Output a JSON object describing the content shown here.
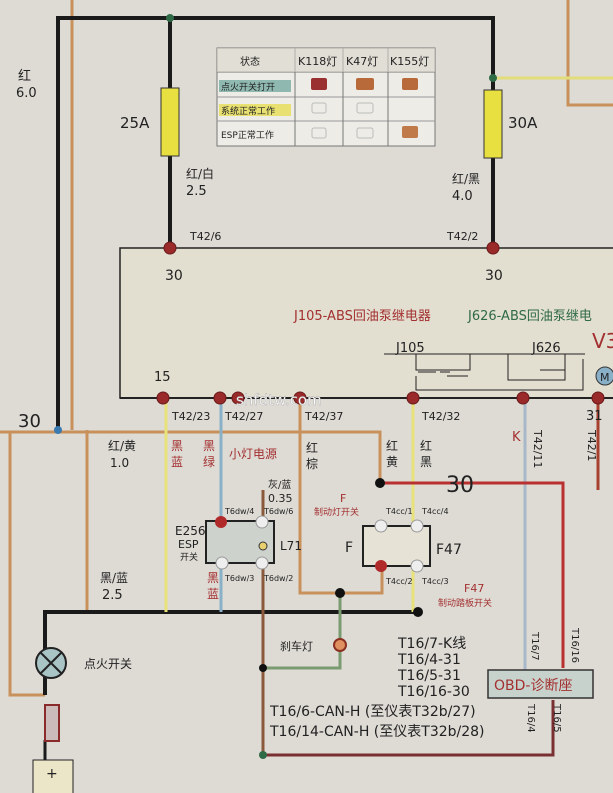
{
  "status_table": {
    "headers": [
      "状态",
      "K118灯",
      "K47灯",
      "K155灯"
    ],
    "rows": [
      {
        "label": "点火开关打开",
        "highlight": "#8fb8b0"
      },
      {
        "label": "系统正常工作",
        "highlight": "#e8e070"
      },
      {
        "label": "ESP正常工作",
        "highlight": ""
      }
    ]
  },
  "wires": {
    "left_main": {
      "color": "红",
      "size": "6.0"
    },
    "fuse1": {
      "rating": "25A",
      "wire_color": "红/白",
      "wire_size": "2.5"
    },
    "fuse2": {
      "rating": "30A",
      "wire_color": "红/黑",
      "wire_size": "4.0"
    },
    "terminal_30": "30",
    "red_yellow": {
      "color": "红/黄",
      "size": "1.0"
    },
    "black_blue": {
      "color": "黑/蓝",
      "size": "2.5"
    },
    "black_blue_short": "黑\n蓝",
    "black_green": "黑\n绿",
    "red_brown": "红\n棕",
    "red_yellow_v": "红\n黄",
    "red_black_v": "红\n黑",
    "grey_blue": {
      "color": "灰/蓝",
      "size": "0.35"
    },
    "k_label": "K"
  },
  "module": {
    "pin_top_left": "T42/6",
    "pin_top_right": "T42/2",
    "label_30_left": "30",
    "label_30_right": "30",
    "title_j105": "J105-ABS回油泵继电器",
    "title_j626": "J626-ABS回油泵继电",
    "v_label": "V3",
    "relay1": "J105",
    "relay2": "J626",
    "motor": "M",
    "pin15": "15",
    "pins_bottom": [
      "T42/23",
      "T42/27",
      "T42/37",
      "T42/32",
      "T42/11",
      "T42/1"
    ],
    "pin31": "31"
  },
  "watermark": "shfdtw.com",
  "components": {
    "small_light_power": "小灯电源",
    "e256": "E256",
    "esp": "ESP",
    "switch": "开关",
    "l71": "L71",
    "t6dw": [
      "T6dw/4",
      "T6dw/6",
      "T6dw/3",
      "T6dw/2"
    ],
    "f_label": "F",
    "f_desc": "制动灯开关",
    "f47": "F47",
    "f47_desc": "制动踏板开关",
    "t4cc": [
      "T4cc/1",
      "T4cc/4",
      "T4cc/2",
      "T4cc/3"
    ],
    "big_30": "30",
    "brake_light": "刹车灯",
    "ignition": "点火开关",
    "battery": "+\n蓄"
  },
  "obd": {
    "label": "OBD-诊断座",
    "lines": [
      "T16/7-K线",
      "T16/4-31",
      "T16/5-31",
      "T16/16-30"
    ],
    "can_lines": [
      "T16/6-CAN-H (至仪表T32b/27)",
      "T16/14-CAN-H (至仪表T32b/28)"
    ],
    "pins": [
      "T16/7",
      "T16/16",
      "T16/4",
      "T16/5"
    ]
  }
}
